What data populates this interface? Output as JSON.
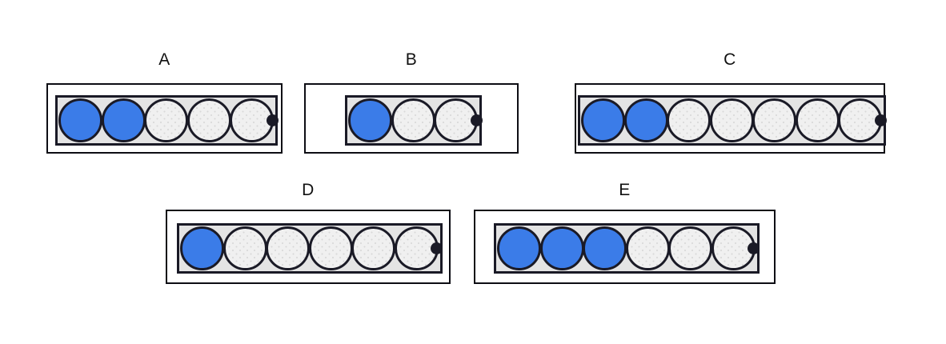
{
  "figure": {
    "title": "",
    "background_color": "#ffffff",
    "stroke_color": "#1a1a26",
    "filled_bead_color": "#3b7ce8",
    "empty_bead_color": "#f0f0f0",
    "track_fill_color": "#e4e4e4",
    "label_color": "#111111"
  },
  "chart_data": {
    "type": "bar",
    "title": "",
    "xlabel": "",
    "ylabel": "",
    "categories": [
      "A",
      "B",
      "C",
      "D",
      "E"
    ],
    "values": [
      2,
      1,
      2,
      1,
      3
    ],
    "series": [
      {
        "name": "filled",
        "values": [
          2,
          1,
          2,
          1,
          3
        ]
      },
      {
        "name": "empty",
        "values": [
          3,
          2,
          5,
          5,
          3
        ]
      },
      {
        "name": "total",
        "values": [
          5,
          3,
          7,
          6,
          6
        ]
      }
    ],
    "legend": [],
    "grid": false,
    "annotations": []
  },
  "panels": [
    {
      "id": "a",
      "label": "A",
      "total": 5,
      "filled": 2,
      "beads": [
        "filled",
        "filled",
        "empty",
        "empty",
        "empty"
      ]
    },
    {
      "id": "b",
      "label": "B",
      "total": 3,
      "filled": 1,
      "beads": [
        "filled",
        "empty",
        "empty"
      ]
    },
    {
      "id": "c",
      "label": "C",
      "total": 7,
      "filled": 2,
      "beads": [
        "filled",
        "filled",
        "empty",
        "empty",
        "empty",
        "empty",
        "empty"
      ]
    },
    {
      "id": "d",
      "label": "D",
      "total": 6,
      "filled": 1,
      "beads": [
        "filled",
        "empty",
        "empty",
        "empty",
        "empty",
        "empty"
      ]
    },
    {
      "id": "e",
      "label": "E",
      "total": 6,
      "filled": 3,
      "beads": [
        "filled",
        "filled",
        "filled",
        "empty",
        "empty",
        "empty"
      ]
    }
  ]
}
